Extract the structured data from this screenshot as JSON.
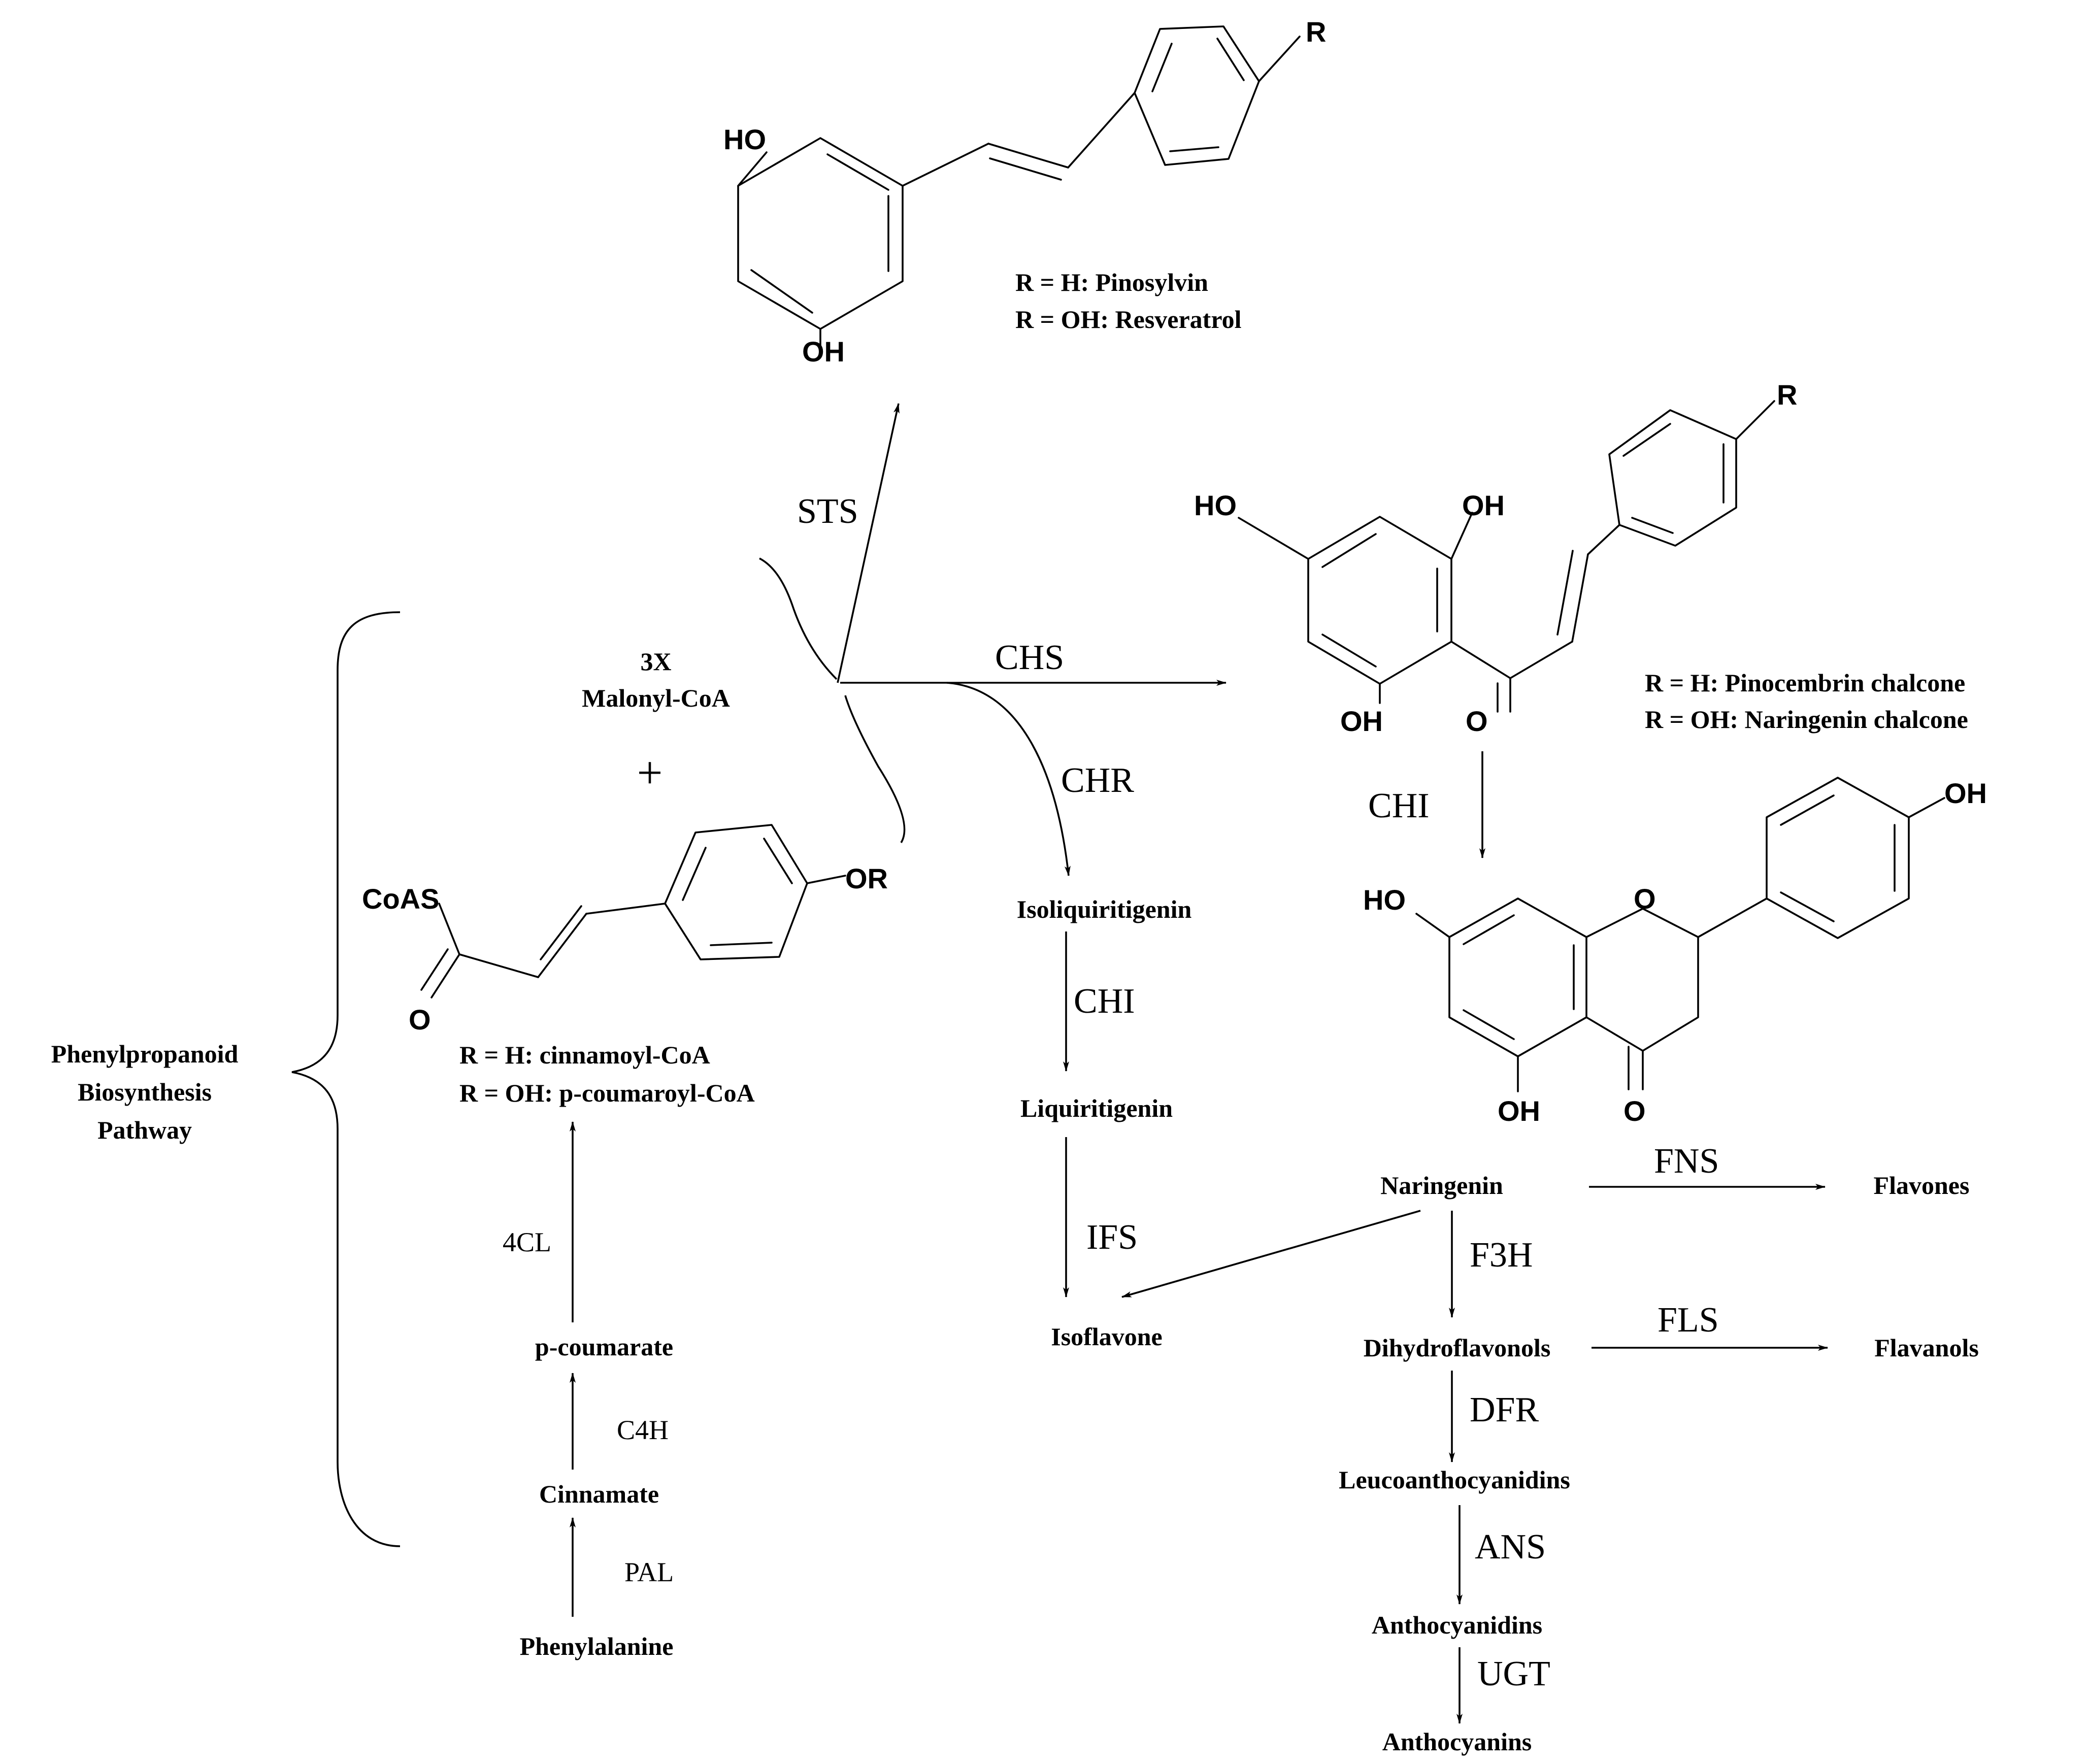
{
  "compounds": {
    "stilbene_r_h": "R = H: Pinosylvin",
    "stilbene_r_oh": "R = OH: Resveratrol",
    "chalcone_r_h": "R = H: Pinocembrin chalcone",
    "chalcone_r_oh": "R = OH: Naringenin chalcone",
    "malonyl_count": "3X",
    "malonyl": "Malonyl-CoA",
    "plus": "+",
    "coa_r_h": "R = H: cinnamoyl-CoA",
    "coa_r_oh": "R = OH: p-coumaroyl-CoA",
    "pathway_line1": "Phenylpropanoid",
    "pathway_line2": "Biosynthesis",
    "pathway_line3": "Pathway",
    "isoliquiritigenin": "Isoliquiritigenin",
    "liquiritigenin": "Liquiritigenin",
    "isoflavone": "Isoflavone",
    "naringenin": "Naringenin",
    "flavones": "Flavones",
    "dihydroflavonols": "Dihydroflavonols",
    "flavanols": "Flavanols",
    "leucoanthocyanidins": "Leucoanthocyanidins",
    "anthocyanidins": "Anthocyanidins",
    "anthocyanins": "Anthocyanins",
    "p_coumarate": "p-coumarate",
    "cinnamate": "Cinnamate",
    "phenylalanine": "Phenylalanine"
  },
  "enzymes": {
    "sts": "STS",
    "chs": "CHS",
    "chr": "CHR",
    "chi_main": "CHI",
    "chi_side": "CHI",
    "ifs": "IFS",
    "fns": "FNS",
    "f3h": "F3H",
    "fls": "FLS",
    "dfr": "DFR",
    "ans": "ANS",
    "ugt": "UGT",
    "c4l": "4CL",
    "c4h": "C4H",
    "pal": "PAL"
  },
  "atoms": {
    "r": "R",
    "ho": "HO",
    "oh": "OH",
    "o": "O",
    "coas": "CoAS",
    "or": "OR"
  }
}
